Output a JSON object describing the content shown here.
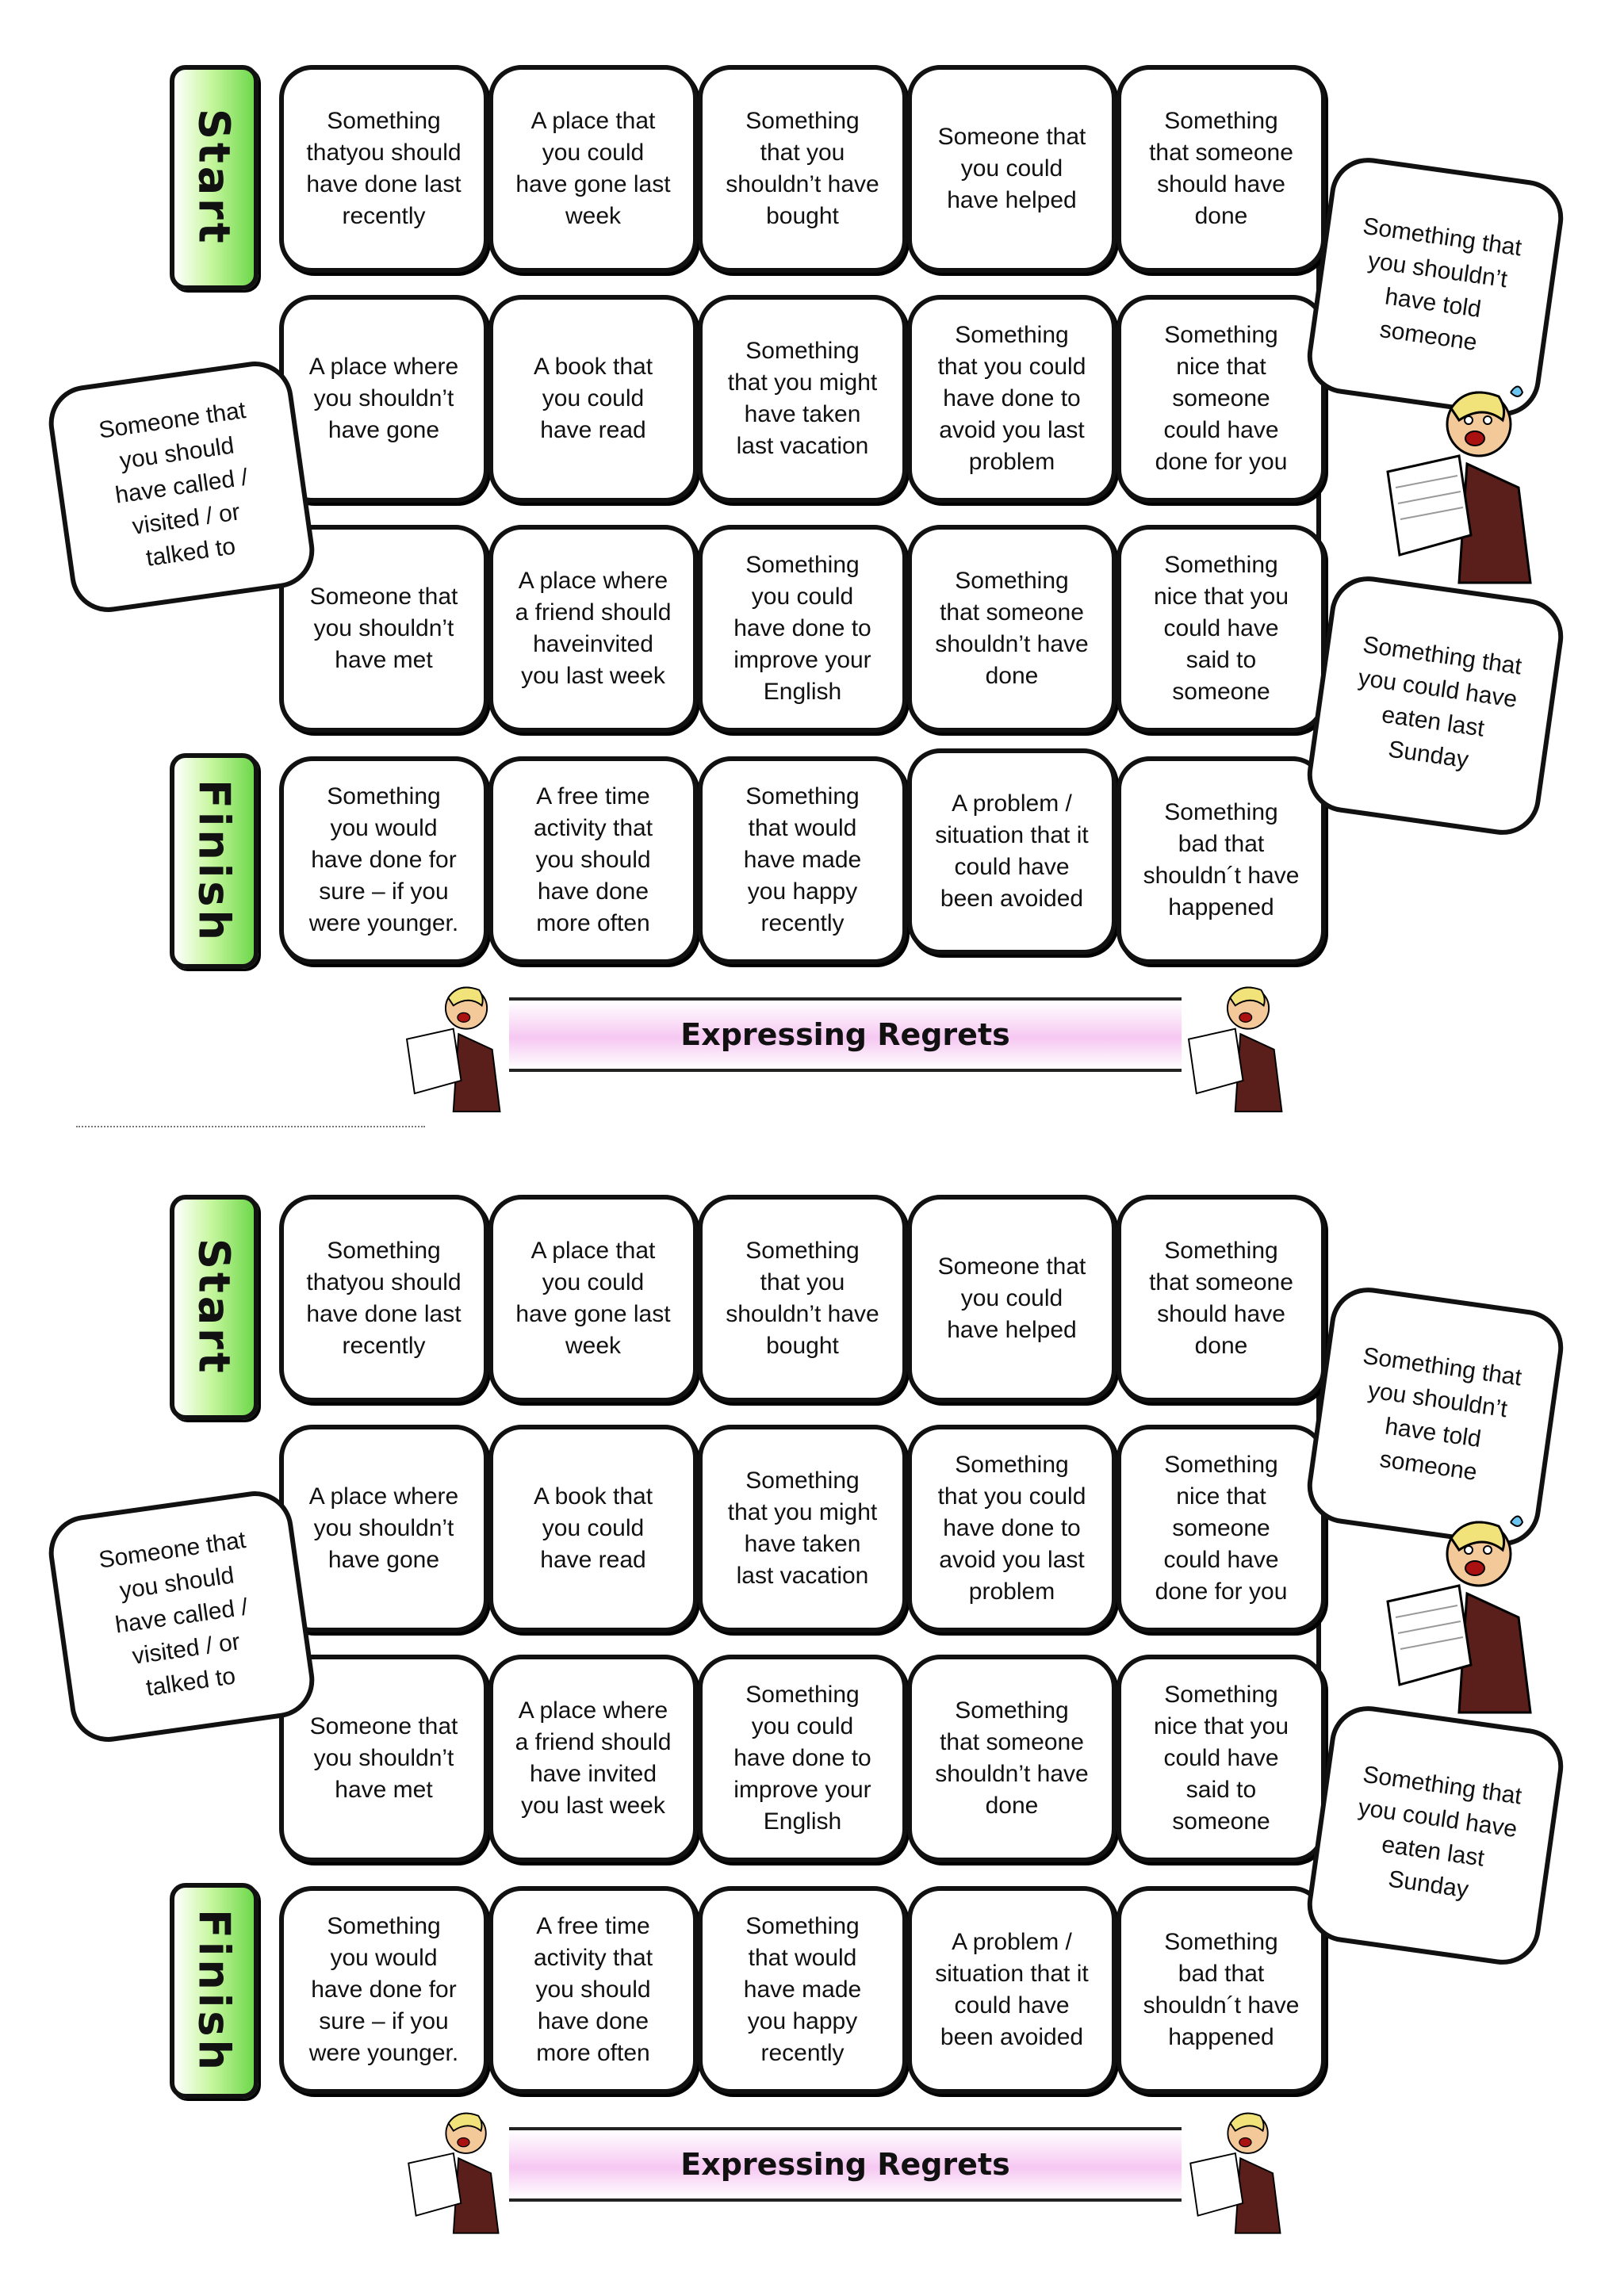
{
  "boards": [
    {
      "start_label": "Start",
      "finish_label": "Finish",
      "title": "Expressing Regrets",
      "rows": [
        [
          "Something\nthatyou should\nhave done last\nrecently",
          "A place that\nyou could\nhave gone last\nweek",
          "Something\nthat you\nshouldn’t have\nbought",
          "Someone that\nyou could\nhave helped",
          "Something\nthat someone\nshould have\ndone"
        ],
        [
          "A place where\nyou shouldn’t\nhave gone",
          "A book that\nyou could\nhave read",
          "Something\nthat you might\nhave taken\nlast vacation",
          "Something\nthat you could\nhave done to\navoid you last\nproblem",
          "Something\nnice that\nsomeone\ncould have\ndone for you"
        ],
        [
          "Someone that\nyou shouldn’t\nhave met",
          "A place where\na friend should\nhaveinvited\nyou last week",
          "Something\nyou could\nhave done to\nimprove your\nEnglish",
          "Something\nthat someone\nshouldn’t have\ndone",
          "Something\nnice that you\ncould have\nsaid to\nsomeone"
        ],
        [
          "Something\nyou would\nhave done for\nsure – if you\nwere younger.",
          "A free time\nactivity that\nyou should\nhave done\nmore often",
          "Something\nthat would\nhave made\nyou happy\nrecently",
          "A problem /\nsituation that it\ncould have\nbeen avoided",
          "Something\nbad that\nshouldn´t have\nhappened"
        ]
      ],
      "bubbles": {
        "left": "Someone that\nyou should\nhave called /\nvisited / or\ntalked to",
        "right_top": "Something that\nyou shouldn’t\nhave told\nsomeone",
        "right_bottom": "Something that\nyou could have\neaten last\nSunday"
      }
    },
    {
      "start_label": "Start",
      "finish_label": "Finish",
      "title": "Expressing Regrets",
      "rows": [
        [
          "Something\nthatyou should\nhave done last\nrecently",
          "A place that\nyou could\nhave gone last\nweek",
          "Something\nthat you\nshouldn’t have\nbought",
          "Someone that\nyou could\nhave helped",
          "Something\nthat someone\nshould have\ndone"
        ],
        [
          "A place where\nyou shouldn’t\nhave gone",
          "A book that\nyou could\nhave read",
          "Something\nthat you might\nhave taken\nlast vacation",
          "Something\nthat you could\nhave done to\navoid you last\nproblem",
          "Something\nnice that\nsomeone\ncould have\ndone for you"
        ],
        [
          "Someone that\nyou shouldn’t\nhave met",
          "A place where\na friend should\nhave invited\nyou last week",
          "Something\nyou could\nhave done to\nimprove your\nEnglish",
          "Something\nthat someone\nshouldn’t have\ndone",
          "Something\nnice that you\ncould have\nsaid to\nsomeone"
        ],
        [
          "Something\nyou would\nhave done for\nsure – if you\nwere younger.",
          "A free time\nactivity that\nyou should\nhave done\nmore often",
          "Something\nthat would\nhave made\nyou happy\nrecently",
          "A problem /\nsituation that it\ncould have\nbeen avoided",
          "Something\nbad that\nshouldn´t have\nhappened"
        ]
      ],
      "bubbles": {
        "left": "Someone that\nyou should\nhave called /\nvisited / or\ntalked to",
        "right_top": "Something that\nyou shouldn’t\nhave told\nsomeone",
        "right_bottom": "Something that\nyou could have\neaten last\nSunday"
      }
    }
  ]
}
